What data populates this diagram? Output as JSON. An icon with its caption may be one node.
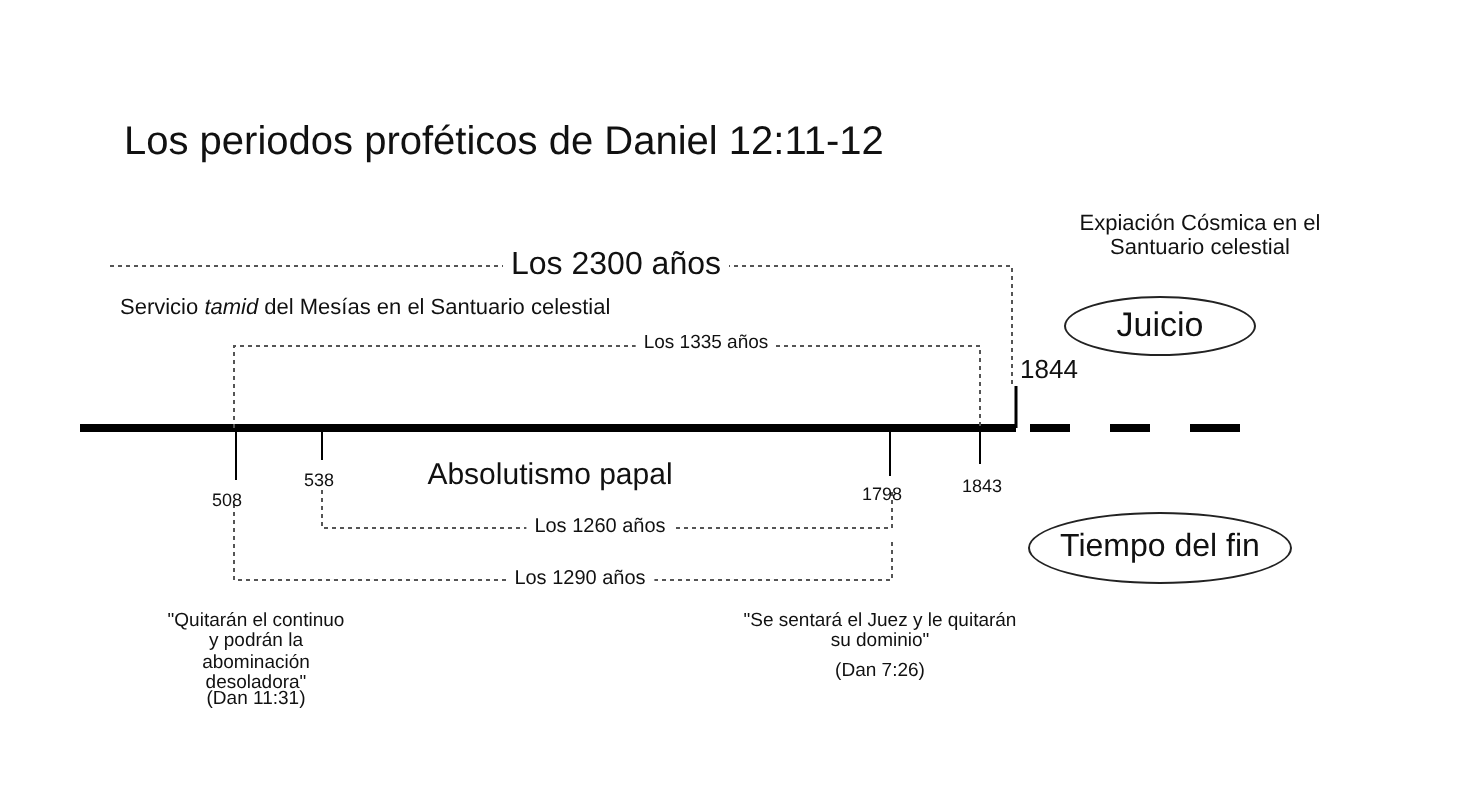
{
  "diagram": {
    "title": "Los periodos proféticos de Daniel 12:11-12",
    "nodes": [
      {
        "text": [
          "Juicio"
        ]
      },
      {
        "text": [
          "Tiempo del fin"
        ]
      }
    ],
    "labels": [
      "Expiación Cósmica en el Santuario celestial",
      "Los 2300 años",
      "Servicio *tamid* del Mesías en el Santuario celestial",
      "Los 1335 años",
      "1844",
      "508",
      "538",
      "Absolutismo papal",
      "1798",
      "1843",
      "Los 1260 años",
      "Los 1290 años",
      "\"Quitarán el continuo y podrán la abominación desoladora\"",
      "(Dan 11:31)",
      "\"Se sentará el Juez y le quitarán su dominio\"",
      "(Dan 7:26)"
    ]
  }
}
